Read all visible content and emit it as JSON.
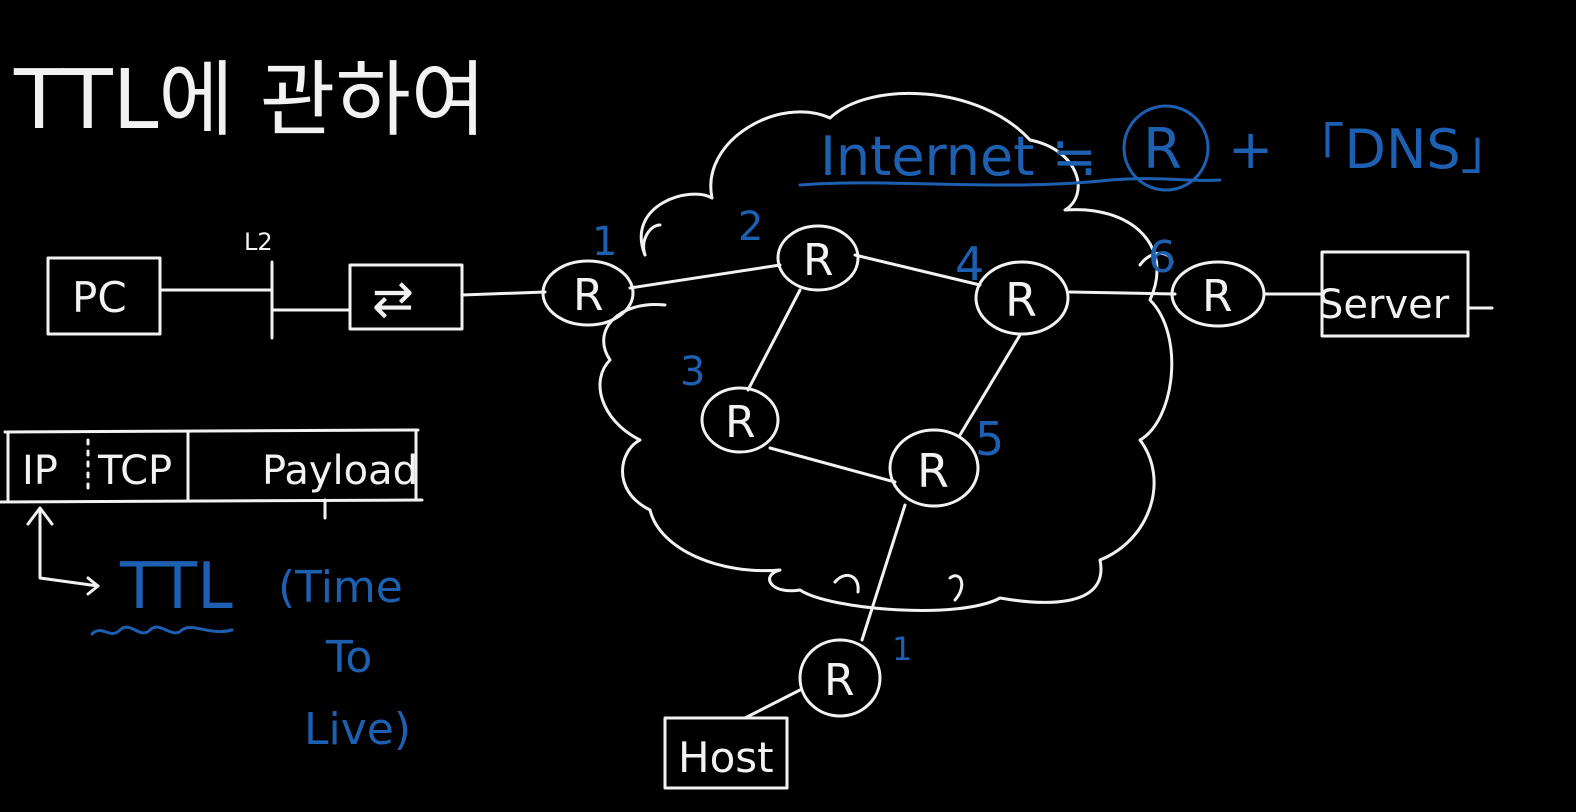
{
  "title": "TTL에 관하여",
  "internet_label": {
    "left": "Internet ≒",
    "router_letter": "R",
    "right": "+ 「DNS」"
  },
  "devices": {
    "pc": "PC",
    "switch_symbol": "⇄",
    "switch_label": "L2",
    "server": "Server",
    "host": "Host"
  },
  "routers": [
    {
      "id": "r1",
      "letter": "R",
      "hop": "1"
    },
    {
      "id": "r2",
      "letter": "R",
      "hop": "2"
    },
    {
      "id": "r3",
      "letter": "R",
      "hop": "3"
    },
    {
      "id": "r4",
      "letter": "R",
      "hop": "4"
    },
    {
      "id": "r5",
      "letter": "R",
      "hop": "5"
    },
    {
      "id": "r6",
      "letter": "R",
      "hop": "6"
    },
    {
      "id": "r7",
      "letter": "R",
      "hop": "1"
    }
  ],
  "packet": {
    "ip": "IP",
    "tcp": "TCP",
    "payload": "Payload"
  },
  "ttl_note": {
    "abbr": "TTL",
    "line1": "(Time",
    "line2": "To",
    "line3": "Live)"
  },
  "colors": {
    "chalk": "#f2f2f2",
    "marker_blue": "#1d5fb0",
    "background": "#000000"
  }
}
